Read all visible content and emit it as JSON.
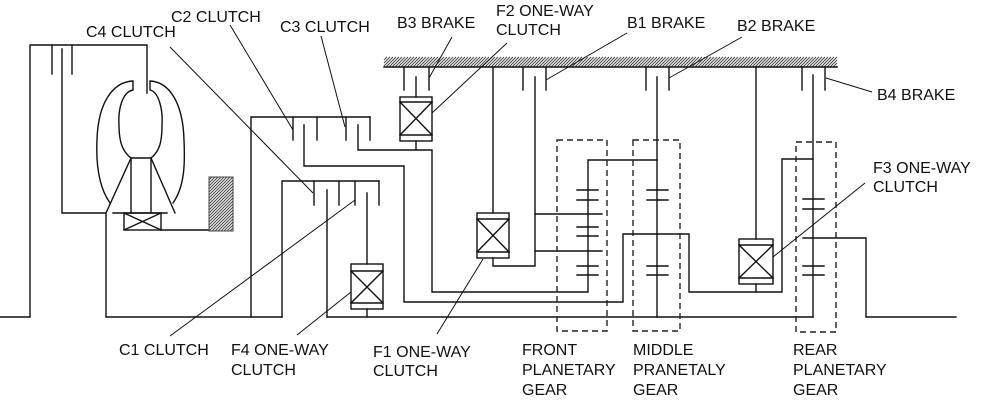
{
  "labels": {
    "c4_clutch": "C4 CLUTCH",
    "c2_clutch": "C2 CLUTCH",
    "c3_clutch": "C3 CLUTCH",
    "b3_brake": "B3 BRAKE",
    "f2_one_way_clutch": [
      "F2 ONE-WAY",
      "CLUTCH"
    ],
    "b1_brake": "B1 BRAKE",
    "b2_brake": "B2 BRAKE",
    "b4_brake": "B4 BRAKE",
    "f3_one_way_clutch": [
      "F3 ONE-WAY",
      "CLUTCH"
    ],
    "c1_clutch": "C1 CLUTCH",
    "f4_one_way_clutch": [
      "F4 ONE-WAY",
      "CLUTCH"
    ],
    "f1_one_way_clutch": [
      "F1 ONE-WAY",
      "CLUTCH"
    ],
    "front_planetary_gear": [
      "FRONT",
      "PLANETARY",
      "GEAR"
    ],
    "middle_planetary_gear": [
      "MIDDLE",
      "PRANETALY",
      "GEAR"
    ],
    "rear_planetary_gear": [
      "REAR",
      "PLANETARY",
      "GEAR"
    ]
  }
}
